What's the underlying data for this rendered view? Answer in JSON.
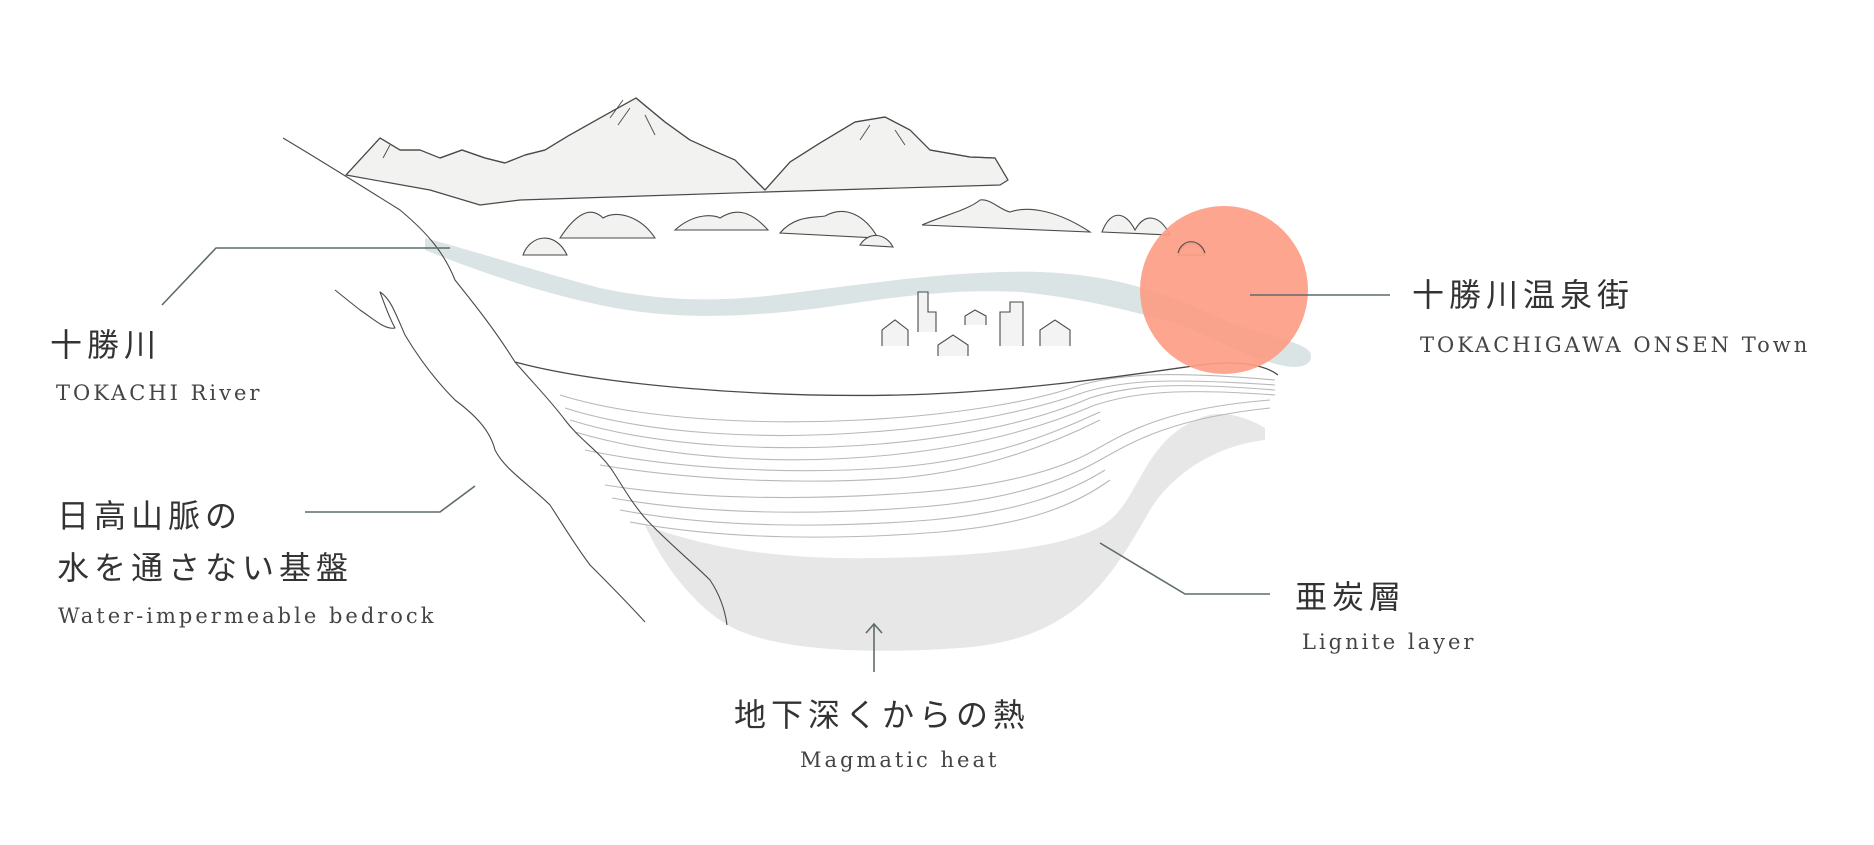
{
  "colors": {
    "line": "#4a4a4a",
    "leader": "#5e6b6b",
    "mountain_fill": "#f2f2f1",
    "river": "#dae4e4",
    "lignite": "#e7e7e7",
    "sun": "#fd9d84"
  },
  "labels": {
    "river": {
      "jp": "十勝川",
      "en": "TOKACHI River"
    },
    "bedrock": {
      "jp_line1": "日高山脈の",
      "jp_line2": "水を通さない基盤",
      "en": "Water-impermeable bedrock"
    },
    "heat": {
      "jp": "地下深くからの熱",
      "en": "Magmatic heat"
    },
    "lignite": {
      "jp": "亜炭層",
      "en": "Lignite layer"
    },
    "town": {
      "jp": "十勝川温泉街",
      "en": "TOKACHIGAWA ONSEN Town"
    }
  }
}
